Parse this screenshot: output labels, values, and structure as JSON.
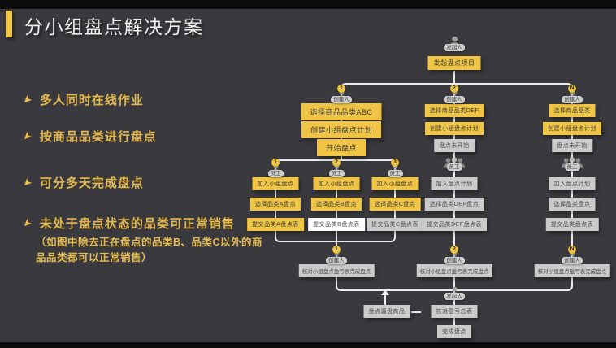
{
  "slide": {
    "title": "分小组盘点解决方案",
    "bullets": [
      {
        "label": "多人同时在线作业"
      },
      {
        "label": "按商品品类进行盘点"
      },
      {
        "label": "可分多天完成盘点"
      },
      {
        "label": "未处于盘点状态的品类可正常销售"
      }
    ],
    "note": "（如图中除去正在盘点的品类B、品类C以外的商品品类都可以正常销售）"
  },
  "flow": {
    "start": {
      "role": "发起人",
      "box": "发起盘点项目"
    },
    "branch1": {
      "badge": "1",
      "role": "创建人",
      "s1": "选择商品品类ABC",
      "s2": "创建小组盘点计划",
      "s3": "开始盘点"
    },
    "branch2": {
      "badge": "2",
      "role": "创建人",
      "s1": "选择商品品类DEF",
      "s2": "创建小组盘点计划",
      "s3": "盘点未开始"
    },
    "branchN": {
      "badge": "N",
      "role": "创建人",
      "s1": "选择商品品类",
      "s2": "创建小组盘点计划",
      "s3": "盘点未开始"
    },
    "emp1": {
      "badge": "1",
      "role": "员工",
      "s1": "加入小组盘点",
      "s2": "选择品类A盘点",
      "s3": "提交品类A盘点表"
    },
    "emp2": {
      "badge": "2",
      "role": "员工",
      "s1": "加入小组盘点",
      "s2": "选择品类B盘点",
      "s3": "提交品类B盘点表"
    },
    "emp3": {
      "badge": "3",
      "role": "员工",
      "s1": "加入小组盘点",
      "s2": "选择品类C盘点",
      "s3": "提交品类C盘点表"
    },
    "empDEF": {
      "role": "员工",
      "s1": "加入盘点计划",
      "s2": "选择品类DEF盘点",
      "s3": "提交品类DEF盘点表"
    },
    "empN": {
      "role": "员工",
      "s1": "加入盘点计划",
      "s2": "选择品类盘点",
      "s3": "提交品类盘点表"
    },
    "check1": {
      "badge": "1",
      "role": "创建人",
      "box": "核对小组盘点盈亏表完成盘点"
    },
    "check2": {
      "badge": "2",
      "role": "创建人",
      "box": "核对小组盘点盈亏表完成盘点"
    },
    "checkN": {
      "badge": "N",
      "role": "创建人",
      "box": "核对小组盘点盈亏表完成盘点"
    },
    "missed": "盘点漏盘商品",
    "final": {
      "role": "发起人",
      "total": "核对盈亏总表",
      "done": "完成盘点"
    }
  },
  "icons": {
    "bullet_arrow": "➤"
  },
  "colors": {
    "background": "#3A393D",
    "accent": "#F0C843",
    "yellow_box": "#F0C444",
    "gray_box": "#CCCBCB",
    "white_box": "#FFFFFF",
    "line": "#EDEDED",
    "bullet_text": "#E3B84E"
  }
}
